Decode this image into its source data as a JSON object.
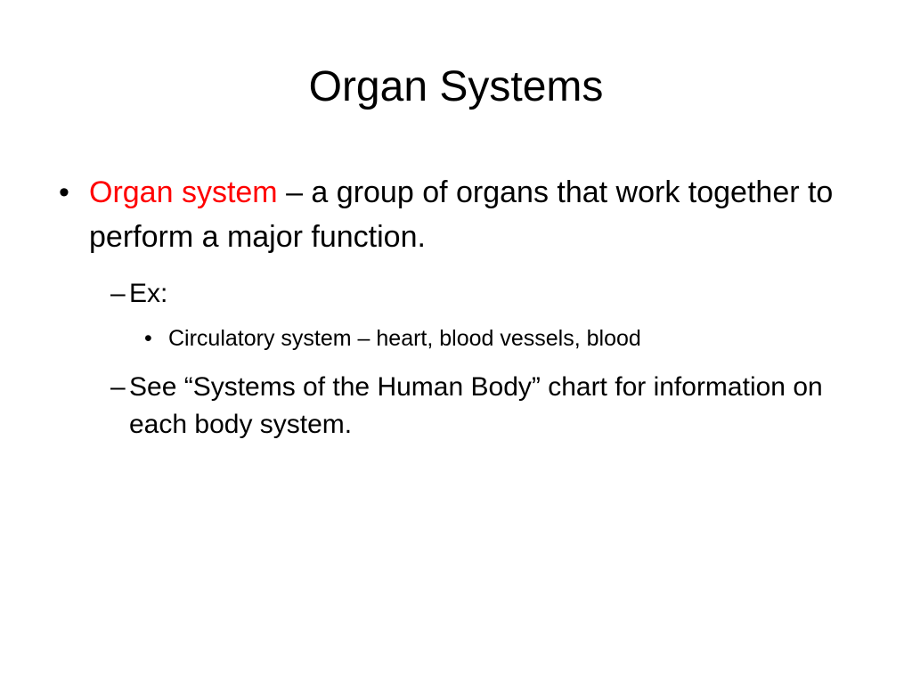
{
  "slide": {
    "title": "Organ Systems",
    "bullets": [
      {
        "marker": "•",
        "term": "Organ system",
        "text": " – a group of organs that work together to perform a major function.",
        "sub": [
          {
            "marker": "–",
            "text": "Ex:",
            "sub": [
              {
                "marker": "•",
                "text": "Circulatory system – heart, blood vessels, blood"
              }
            ]
          },
          {
            "marker": "–",
            "text": "See “Systems of the Human Body” chart for information on each body system."
          }
        ]
      }
    ]
  }
}
